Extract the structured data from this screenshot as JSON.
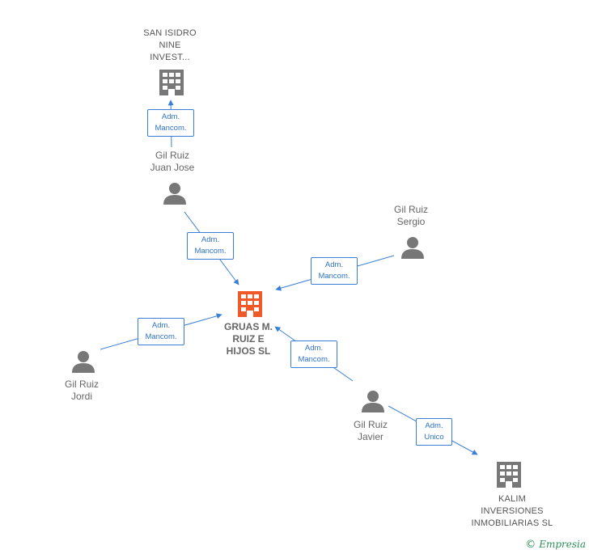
{
  "nodes": {
    "main": {
      "label": "GRUAS M.\nRUIZ E\nHIJOS  SL",
      "color": "#f05a28"
    },
    "san_isidro": {
      "label": "SAN ISIDRO\nNINE\nINVEST..."
    },
    "juan_jose": {
      "label": "Gil Ruiz\nJuan Jose"
    },
    "sergio": {
      "label": "Gil Ruiz\nSergio"
    },
    "jordi": {
      "label": "Gil Ruiz\nJordi"
    },
    "javier": {
      "label": "Gil Ruiz\nJavier"
    },
    "kalim": {
      "label": "KALIM\nINVERSIONES\nINMOBILIARIAS SL"
    }
  },
  "edges": {
    "juan_jose_san_isidro": "Adm.\nMancom.",
    "juan_jose_main": "Adm.\nMancom.",
    "sergio_main": "Adm.\nMancom.",
    "jordi_main": "Adm.\nMancom.",
    "javier_main": "Adm.\nMancom.",
    "javier_kalim": "Adm.\nUnico"
  },
  "colors": {
    "edge": "#3a7fd5",
    "person": "#777777",
    "company": "#777777"
  },
  "footer": {
    "copyright": "©",
    "brand": "Empresia"
  }
}
